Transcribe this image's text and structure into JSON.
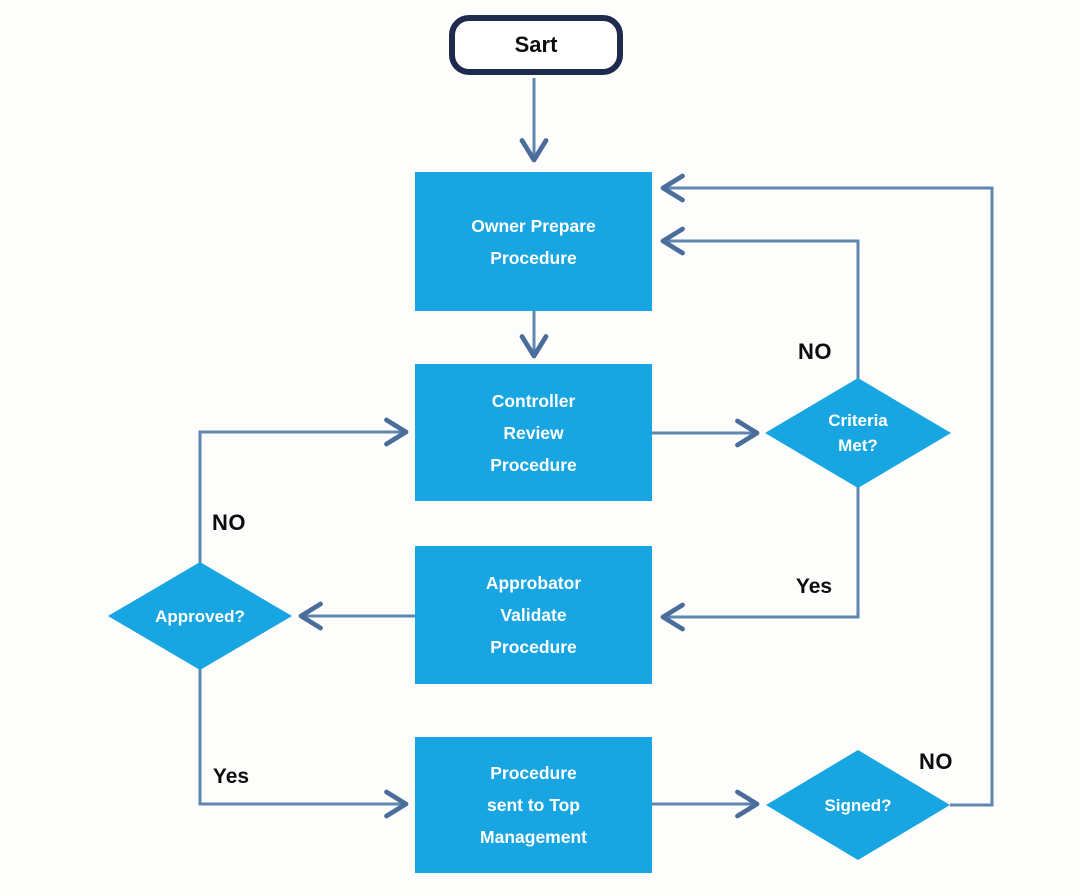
{
  "colors": {
    "node_fill": "#18a6e2",
    "node_text": "#ffffff",
    "start_border": "#1e2a4e",
    "start_fill": "#ffffff",
    "connector": "#5f87af",
    "arrowhead": "#4b6d9c",
    "label_text": "#0d0d0d",
    "background": "#fdfdfc"
  },
  "nodes": {
    "start": {
      "label": "Sart",
      "shape": "rounded-rectangle"
    },
    "owner_prepare": {
      "label": "Owner Prepare\nProcedure",
      "shape": "rectangle"
    },
    "controller_review": {
      "label": "Controller\nReview\nProcedure",
      "shape": "rectangle"
    },
    "criteria_met": {
      "label": "Criteria\nMet?",
      "shape": "diamond"
    },
    "approbator_validate": {
      "label": "Approbator\nValidate\nProcedure",
      "shape": "rectangle"
    },
    "approved": {
      "label": "Approved?",
      "shape": "diamond"
    },
    "procedure_sent": {
      "label": "Procedure\nsent to Top\nManagement",
      "shape": "rectangle"
    },
    "signed": {
      "label": "Signed?",
      "shape": "diamond"
    }
  },
  "edge_labels": {
    "criteria_no": "NO",
    "criteria_yes": "Yes",
    "approved_no": "NO",
    "approved_yes": "Yes",
    "signed_no": "NO"
  },
  "edges": [
    {
      "from": "start",
      "to": "owner_prepare",
      "label": ""
    },
    {
      "from": "owner_prepare",
      "to": "controller_review",
      "label": ""
    },
    {
      "from": "controller_review",
      "to": "criteria_met",
      "label": ""
    },
    {
      "from": "criteria_met",
      "to": "owner_prepare",
      "label": "NO"
    },
    {
      "from": "criteria_met",
      "to": "approbator_validate",
      "label": "Yes"
    },
    {
      "from": "approbator_validate",
      "to": "approved",
      "label": ""
    },
    {
      "from": "approved",
      "to": "controller_review",
      "label": "NO"
    },
    {
      "from": "approved",
      "to": "procedure_sent",
      "label": "Yes"
    },
    {
      "from": "procedure_sent",
      "to": "signed",
      "label": ""
    },
    {
      "from": "signed",
      "to": "owner_prepare",
      "label": "NO"
    }
  ]
}
